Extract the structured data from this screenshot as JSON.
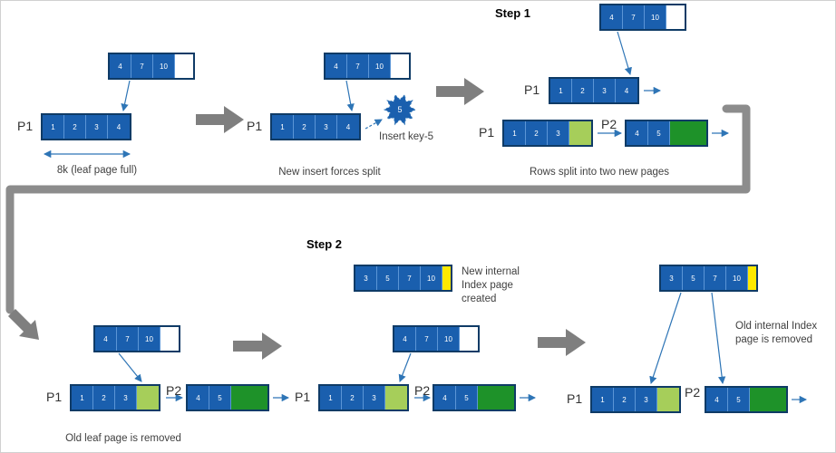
{
  "steps": {
    "step1": "Step 1",
    "step2": "Step 2"
  },
  "labels": {
    "p1": "P1",
    "p2": "P2"
  },
  "captions": {
    "leaf_full": "8k (leaf page full)",
    "insert_forces": "New insert forces split",
    "insert_key": "Insert key-5",
    "rows_split": "Rows split into two new pages",
    "old_leaf_removed": "Old leaf page is removed",
    "new_internal": "New internal Index page created",
    "old_internal_removed": "Old internal Index page is removed"
  },
  "insert_shape": {
    "value": "5"
  },
  "pages": {
    "internal_a": {
      "cells": [
        "4",
        "7",
        "10"
      ]
    },
    "leaf_a": {
      "cells": [
        "1",
        "2",
        "3",
        "4"
      ]
    },
    "internal_b": {
      "cells": [
        "4",
        "7",
        "10"
      ]
    },
    "leaf_b": {
      "cells": [
        "1",
        "2",
        "3",
        "4"
      ]
    },
    "internal_c": {
      "cells": [
        "4",
        "7",
        "10"
      ]
    },
    "leaf_c_top": {
      "cells": [
        "1",
        "2",
        "3",
        "4"
      ]
    },
    "leaf_c_p1": {
      "cells": [
        "1",
        "2",
        "3"
      ]
    },
    "leaf_c_p2": {
      "cells": [
        "4",
        "5"
      ]
    },
    "internal_d": {
      "cells": [
        "4",
        "7",
        "10"
      ]
    },
    "leaf_d_p1": {
      "cells": [
        "1",
        "2",
        "3"
      ]
    },
    "leaf_d_p2": {
      "cells": [
        "4",
        "5"
      ]
    },
    "internal_e_new": {
      "cells": [
        "3",
        "5",
        "7",
        "10"
      ]
    },
    "internal_e_old": {
      "cells": [
        "4",
        "7",
        "10"
      ]
    },
    "leaf_e_p1": {
      "cells": [
        "1",
        "2",
        "3"
      ]
    },
    "leaf_e_p2": {
      "cells": [
        "4",
        "5"
      ]
    },
    "internal_f": {
      "cells": [
        "3",
        "5",
        "7",
        "10"
      ]
    },
    "leaf_f_p1": {
      "cells": [
        "1",
        "2",
        "3"
      ]
    },
    "leaf_f_p2": {
      "cells": [
        "4",
        "5"
      ]
    }
  },
  "colors": {
    "page_blue": "#1A5FAE",
    "page_border": "#0F3B66",
    "light_green": "#A6CE5A",
    "dark_green": "#1E9229",
    "highlight_yellow": "#FDE900",
    "arrow_blue": "#2E75B6",
    "block_arrow_gray": "#7F7F7F",
    "connector_gray": "#8C8C8C"
  }
}
